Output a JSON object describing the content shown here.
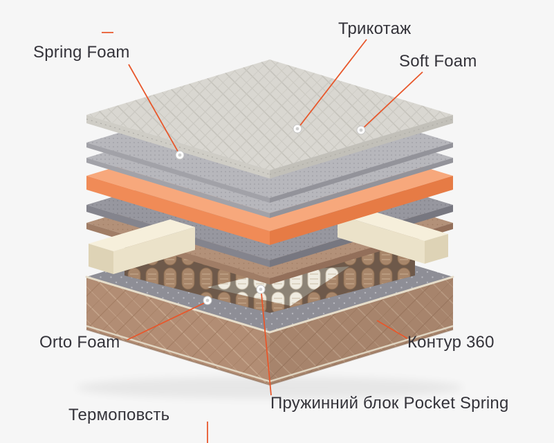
{
  "background_color": "#f6f6f6",
  "accent_color": "#e8572b",
  "labels": {
    "trikotazh": "Трикотаж",
    "spring_foam": "Spring Foam",
    "soft_foam": "Soft Foam",
    "orto_foam": "Orto Foam",
    "kontur_360": "Контур 360",
    "termopovst": "Термоповсть",
    "pocket_spring": "Пружинний блок Pocket Spring"
  },
  "materials": {
    "knit_top_gray": "#d9d7d1",
    "soft_foam_orange": "#f08b57",
    "mesh_gray": "#b7b7bc",
    "mesh_dark_gray": "#97979f",
    "felt_brown": "#b39179",
    "border_quilt_brown": "#b28d74",
    "base_top_gray": "#8e8e96",
    "spring_pocket_white": "#efebe0",
    "spring_pocket_brown": "#a8866a",
    "side_rail_cream": "#f6efdb"
  }
}
